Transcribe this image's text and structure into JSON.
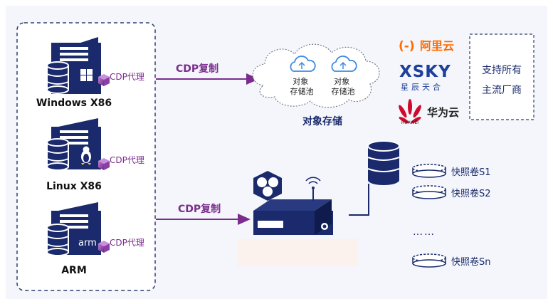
{
  "servers": [
    {
      "name": "Windows X86",
      "agent": "CDP代理",
      "os_icon": "windows-logo-icon"
    },
    {
      "name": "Linux X86",
      "agent": "CDP代理",
      "os_icon": "linux-tux-icon"
    },
    {
      "name": "ARM",
      "agent": "CDP代理",
      "os_icon": "arm-logo-icon",
      "logo_text": "arm"
    }
  ],
  "links": {
    "top_label": "CDP复制",
    "bottom_label": "CDP复制"
  },
  "object_storage": {
    "pools": [
      "对象\n存储池",
      "对象\n存储池"
    ],
    "caption": "对象存储"
  },
  "vendors": {
    "logos": [
      {
        "name": "阿里云",
        "mark": "(-)",
        "color": "#ff6a00"
      },
      {
        "name": "XSKY",
        "subtitle": "星辰天合",
        "color": "#1e3f9a"
      },
      {
        "name": "华为云",
        "subtitle": "HUAWEI",
        "color": "#cf0a2c"
      }
    ],
    "note": [
      "支持所有",
      "主流厂商"
    ]
  },
  "snapshots": {
    "items": [
      "快照卷S1",
      "快照卷S2",
      "快照卷Sn"
    ],
    "ellipsis": "……"
  },
  "colors": {
    "navy": "#1a2a6c",
    "purple": "#7b2d8e",
    "cloud_blue": "#3d8ae0",
    "dash_border": "#2c3e70"
  }
}
